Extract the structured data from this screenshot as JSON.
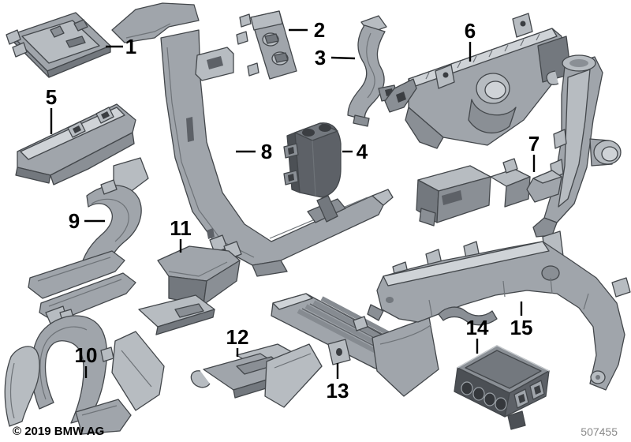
{
  "diagram": {
    "callouts": [
      {
        "label": "1"
      },
      {
        "label": "2"
      },
      {
        "label": "3"
      },
      {
        "label": "4"
      },
      {
        "label": "5"
      },
      {
        "label": "6"
      },
      {
        "label": "7"
      },
      {
        "label": "8"
      },
      {
        "label": "9"
      },
      {
        "label": "10"
      },
      {
        "label": "11"
      },
      {
        "label": "12"
      },
      {
        "label": "13"
      },
      {
        "label": "14"
      },
      {
        "label": "15"
      }
    ],
    "colors": {
      "background": "#ffffff",
      "part_gray_light": "#b7bcc1",
      "part_gray_mid": "#a0a5ab",
      "part_gray_dark": "#5d6167",
      "callout": "#000000",
      "diagram_number_gray": "#8a8a8a"
    }
  },
  "footer": {
    "copyright": "© 2019 BMW AG",
    "diagram_number": "507455"
  }
}
